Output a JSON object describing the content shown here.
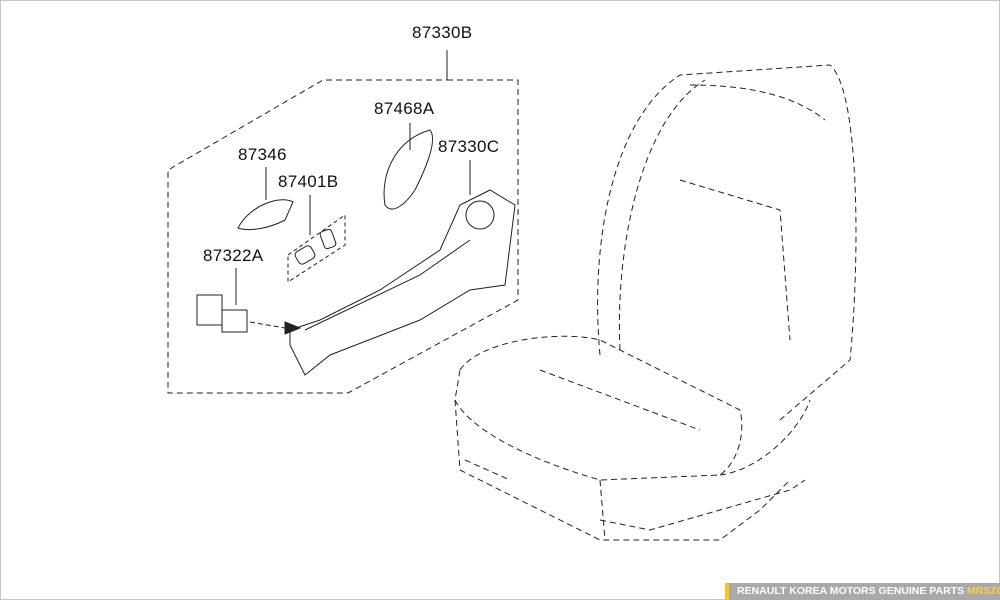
{
  "diagram": {
    "labels": {
      "assembly": "87330B",
      "cover_knob": "87468A",
      "shield": "87330C",
      "trim": "87346",
      "knob_set": "87401B",
      "switch": "87322A"
    }
  },
  "footer": {
    "text": "RENAULT KOREA MOTORS GENUINE PARTS",
    "brand": "MRSZONE",
    "accent_color": "#f5c518"
  }
}
